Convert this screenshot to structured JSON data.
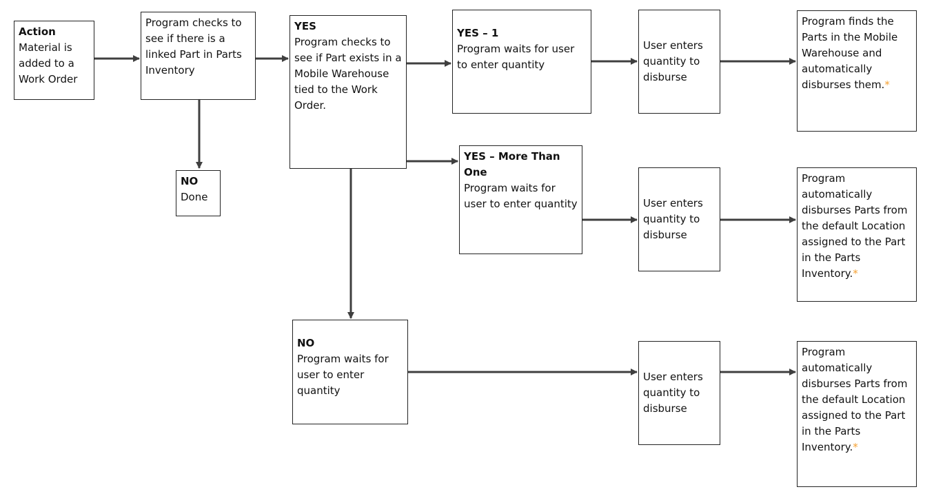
{
  "colors": {
    "arrow": "#3f3f3f",
    "box_border": "#222222",
    "asterisk": "#f5a031"
  },
  "boxes": {
    "action": {
      "head": "Action",
      "body": "Material is added to a Work Order"
    },
    "check_linked": {
      "head": "",
      "body": "Program checks to see if there is a linked Part in Parts Inventory"
    },
    "no_done": {
      "head": "NO",
      "body": "Done"
    },
    "yes_check_mobile": {
      "head": "YES",
      "body": "Program checks to see if Part exists in a Mobile Warehouse tied to the Work Order."
    },
    "yes_one": {
      "head": "YES – 1",
      "body": "Program waits for user to enter quantity"
    },
    "yes_one_enter": {
      "head": "",
      "body": "User enters quantity to disburse"
    },
    "yes_one_result": {
      "head": "",
      "body": "Program finds the Parts in the Mobile Warehouse and automatically disburses them.",
      "mark": "*"
    },
    "yes_more": {
      "head": "YES – More Than One",
      "body": "Program waits for user to enter quantity"
    },
    "yes_more_enter": {
      "head": "",
      "body": "User enters quantity to disburse"
    },
    "yes_more_result": {
      "head": "",
      "body": "Program automatically disburses Parts from the default Location assigned to the Part in the Parts Inventory.",
      "mark": "*"
    },
    "no_wait": {
      "head": "NO",
      "body": "Program waits for user to enter quantity"
    },
    "no_enter": {
      "head": "",
      "body": "User enters quantity to disburse"
    },
    "no_result": {
      "head": "",
      "body": "Program automatically disburses Parts from the default Location assigned to the Part in the Parts Inventory.",
      "mark": "*"
    }
  }
}
